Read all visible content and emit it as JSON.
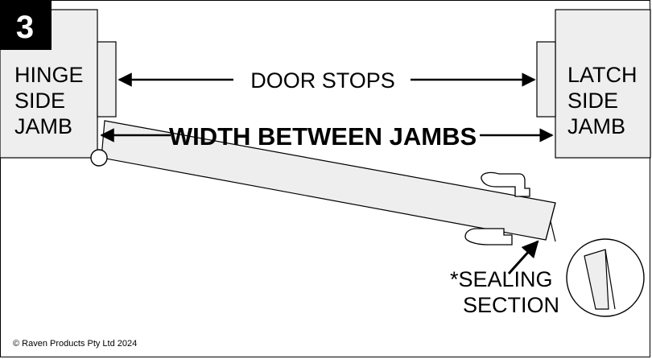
{
  "step_number": "3",
  "hinge_jamb_lines": [
    "HINGE",
    "SIDE",
    "JAMB"
  ],
  "latch_jamb_lines": [
    "LATCH",
    "SIDE",
    "JAMB"
  ],
  "door_stops_label": "DOOR STOPS",
  "width_label": "WIDTH BETWEEN JAMBS",
  "sealing_lines": [
    "*SEALING",
    "SECTION"
  ],
  "copyright": "© Raven Products Pty Ltd 2024",
  "colors": {
    "panel": "#eeeeee",
    "line": "#000000",
    "badge": "#000000"
  }
}
